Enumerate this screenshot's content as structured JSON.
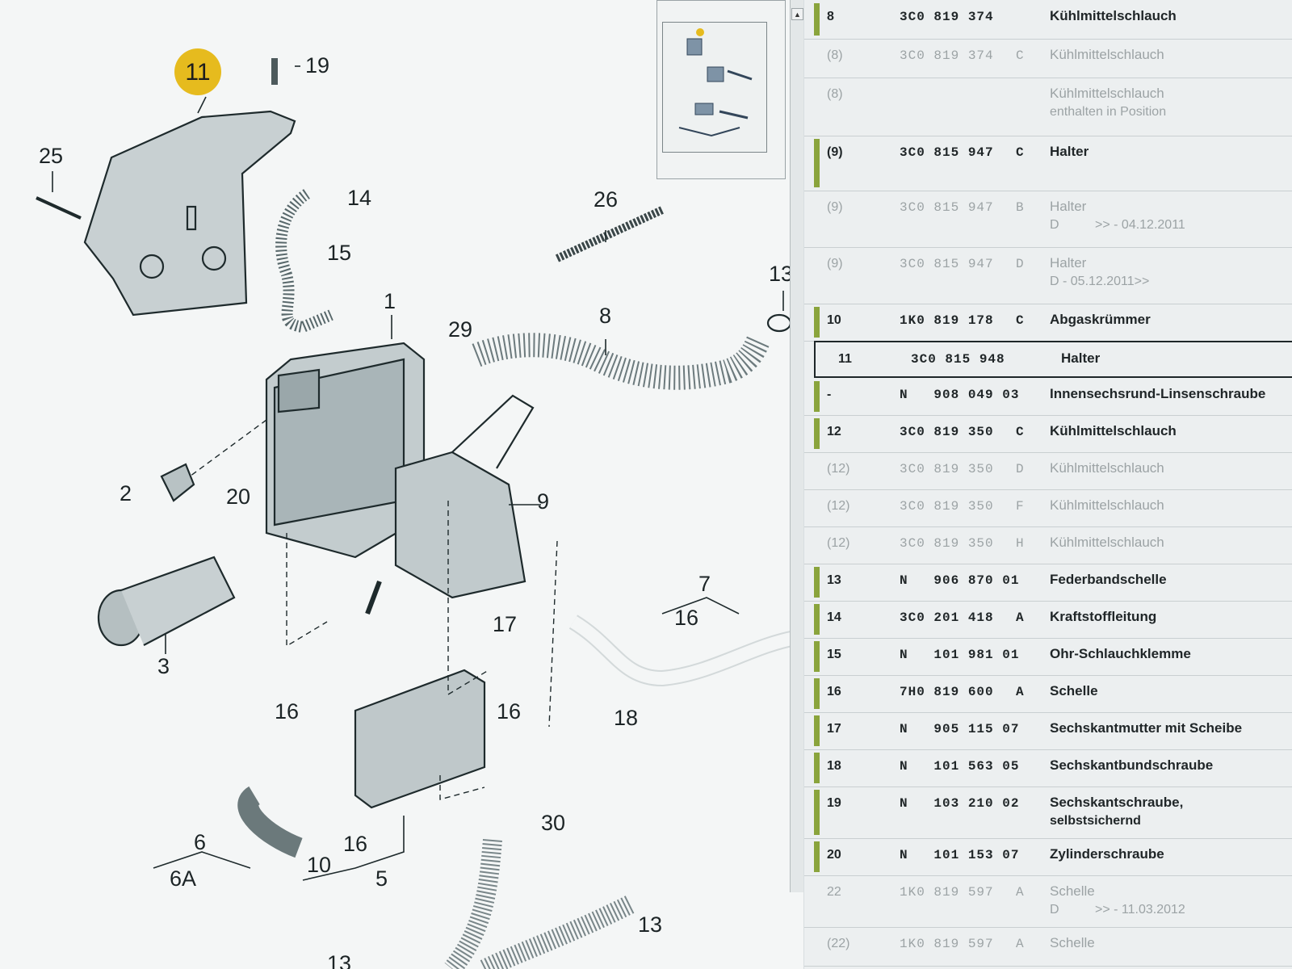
{
  "diagram": {
    "highlighted_callout": "11",
    "callouts": [
      "25",
      "19",
      "14",
      "15",
      "1",
      "29",
      "26",
      "8",
      "13",
      "2",
      "20",
      "9",
      "3",
      "17",
      "7",
      "16",
      "16",
      "18",
      "16",
      "16",
      "30",
      "10",
      "5",
      "6",
      "6A",
      "13",
      "13"
    ]
  },
  "thumbnail": {
    "scroll_up_icon": "▲"
  },
  "parts": [
    {
      "pos": "8",
      "partno": "3C0 819 374",
      "suffix_code": "",
      "name": "Kühlmittelschlauch",
      "line2": "",
      "faded": false,
      "marked": true
    },
    {
      "pos": "(8)",
      "partno": "3C0 819 374",
      "suffix_code": "C",
      "name": "Kühlmittelschlauch",
      "line2": "",
      "faded": true,
      "marked": false
    },
    {
      "pos": "(8)",
      "partno": "",
      "suffix_code": "",
      "name": "Kühlmittelschlauch",
      "line2": "enthalten in Position",
      "faded": true,
      "marked": false
    },
    {
      "pos": "(9)",
      "partno": "3C0 815 947",
      "suffix_code": "C",
      "name": "Halter",
      "line2": "",
      "faded": false,
      "marked": true
    },
    {
      "pos": "(9)",
      "partno": "3C0 815 947",
      "suffix_code": "B",
      "name": "Halter",
      "line2": "D          >> - 04.12.2011",
      "faded": true,
      "marked": false
    },
    {
      "pos": "(9)",
      "partno": "3C0 815 947",
      "suffix_code": "D",
      "name": "Halter",
      "line2": "D - 05.12.2011>>",
      "faded": true,
      "marked": false
    },
    {
      "pos": "10",
      "partno": "1K0 819 178",
      "suffix_code": "C",
      "name": "Abgaskrümmer",
      "line2": "",
      "faded": false,
      "marked": true
    },
    {
      "pos": "11",
      "partno": "3C0 815 948",
      "suffix_code": "",
      "name": "Halter",
      "line2": "",
      "faded": false,
      "marked": false,
      "selected": true
    },
    {
      "pos": "-",
      "partno": "N   908 049 03",
      "suffix_code": "",
      "name": "Innensechsrund-Linsenschraube",
      "line2": "",
      "faded": false,
      "marked": true
    },
    {
      "pos": "12",
      "partno": "3C0 819 350",
      "suffix_code": "C",
      "name": "Kühlmittelschlauch",
      "line2": "",
      "faded": false,
      "marked": true
    },
    {
      "pos": "(12)",
      "partno": "3C0 819 350",
      "suffix_code": "D",
      "name": "Kühlmittelschlauch",
      "line2": "",
      "faded": true,
      "marked": false
    },
    {
      "pos": "(12)",
      "partno": "3C0 819 350",
      "suffix_code": "F",
      "name": "Kühlmittelschlauch",
      "line2": "",
      "faded": true,
      "marked": false
    },
    {
      "pos": "(12)",
      "partno": "3C0 819 350",
      "suffix_code": "H",
      "name": "Kühlmittelschlauch",
      "line2": "",
      "faded": true,
      "marked": false
    },
    {
      "pos": "13",
      "partno": "N   906 870 01",
      "suffix_code": "",
      "name": "Federbandschelle",
      "line2": "",
      "faded": false,
      "marked": true
    },
    {
      "pos": "14",
      "partno": "3C0 201 418",
      "suffix_code": "A",
      "name": "Kraftstoffleitung",
      "line2": "",
      "faded": false,
      "marked": true
    },
    {
      "pos": "15",
      "partno": "N   101 981 01",
      "suffix_code": "",
      "name": "Ohr-Schlauchklemme",
      "line2": "",
      "faded": false,
      "marked": true
    },
    {
      "pos": "16",
      "partno": "7H0 819 600",
      "suffix_code": "A",
      "name": "Schelle",
      "line2": "",
      "faded": false,
      "marked": true
    },
    {
      "pos": "17",
      "partno": "N   905 115 07",
      "suffix_code": "",
      "name": "Sechskantmutter mit Scheibe",
      "line2": "",
      "faded": false,
      "marked": true
    },
    {
      "pos": "18",
      "partno": "N   101 563 05",
      "suffix_code": "",
      "name": "Sechskantbundschraube",
      "line2": "",
      "faded": false,
      "marked": true
    },
    {
      "pos": "19",
      "partno": "N   103 210 02",
      "suffix_code": "",
      "name": "Sechskantschraube,",
      "line2": "selbstsichernd",
      "faded": false,
      "marked": true
    },
    {
      "pos": "20",
      "partno": "N   101 153 07",
      "suffix_code": "",
      "name": "Zylinderschraube",
      "line2": "",
      "faded": false,
      "marked": true
    },
    {
      "pos": "22",
      "partno": "1K0 819 597",
      "suffix_code": "A",
      "name": "Schelle",
      "line2": "D          >> - 11.03.2012",
      "faded": true,
      "marked": false
    },
    {
      "pos": "(22)",
      "partno": "1K0 819 597",
      "suffix_code": "A",
      "name": "Schelle",
      "line2": "",
      "faded": true,
      "marked": false
    }
  ]
}
